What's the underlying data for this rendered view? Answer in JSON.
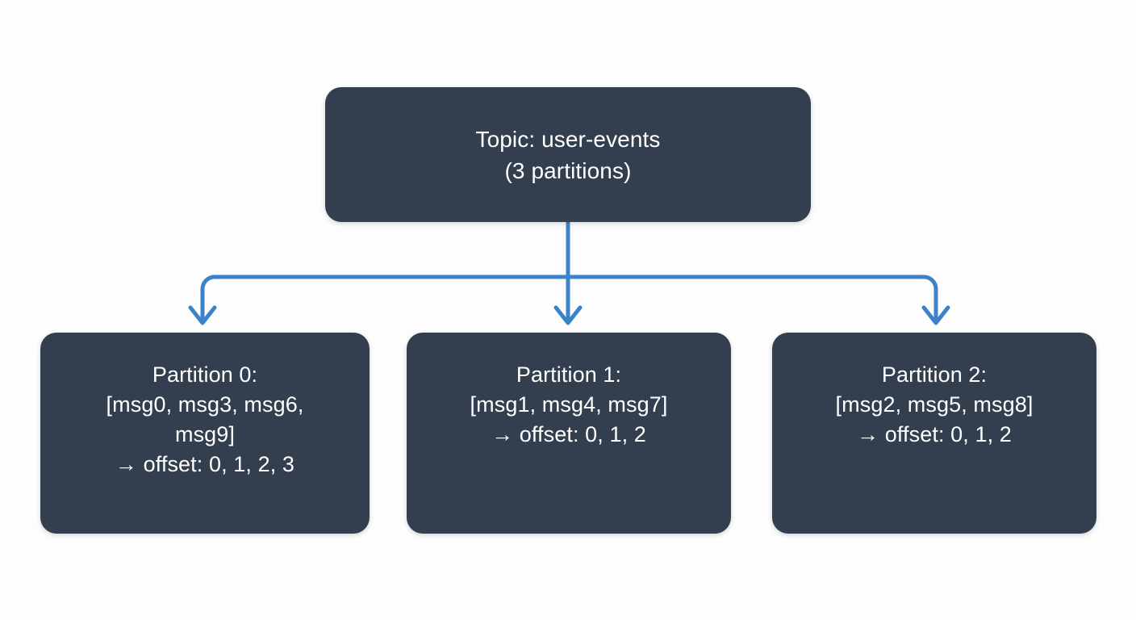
{
  "diagram": {
    "background_color": "#fdfdfd",
    "node_fill_color": "#333f4e",
    "node_text_color": "#ffffff",
    "connector_color": "#3b82ca",
    "topic": {
      "line1": "Topic: user-events",
      "line2": "(3 partitions)"
    },
    "partitions": [
      {
        "title": "Partition 0:",
        "messages_line1": "[msg0, msg3, msg6,",
        "messages_line2": "msg9]",
        "offsets": "→ offset: 0, 1, 2, 3"
      },
      {
        "title": "Partition 1:",
        "messages_line1": "[msg1, msg4, msg7]",
        "messages_line2": "",
        "offsets": "→ offset: 0, 1, 2"
      },
      {
        "title": "Partition 2:",
        "messages_line1": "[msg2, msg5, msg8]",
        "messages_line2": "",
        "offsets": "→ offset: 0, 1, 2"
      }
    ]
  }
}
